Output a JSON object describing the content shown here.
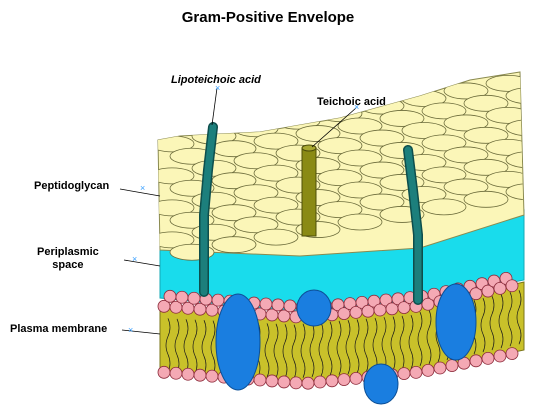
{
  "title": "Gram-Positive Envelope",
  "labels": {
    "lipoteichoic_acid": "Lipoteichoic acid",
    "teichoic_acid": "Teichoic acid",
    "peptidoglycan": "Peptidoglycan",
    "periplasmic_line1": "Periplasmic",
    "periplasmic_line2": "space",
    "plasma_membrane": "Plasma membrane"
  },
  "colors": {
    "peptidoglycan": "#fbf6b8",
    "peptidoglycan_outline": "#6b6b3a",
    "periplasm": "#19dcec",
    "membrane": "#c9c12a",
    "lipid_head": "#f4a9b4",
    "protein": "#1a7ee0",
    "teichoic": "#8a8a14",
    "lipoteichoic": "#1c7f7c"
  }
}
